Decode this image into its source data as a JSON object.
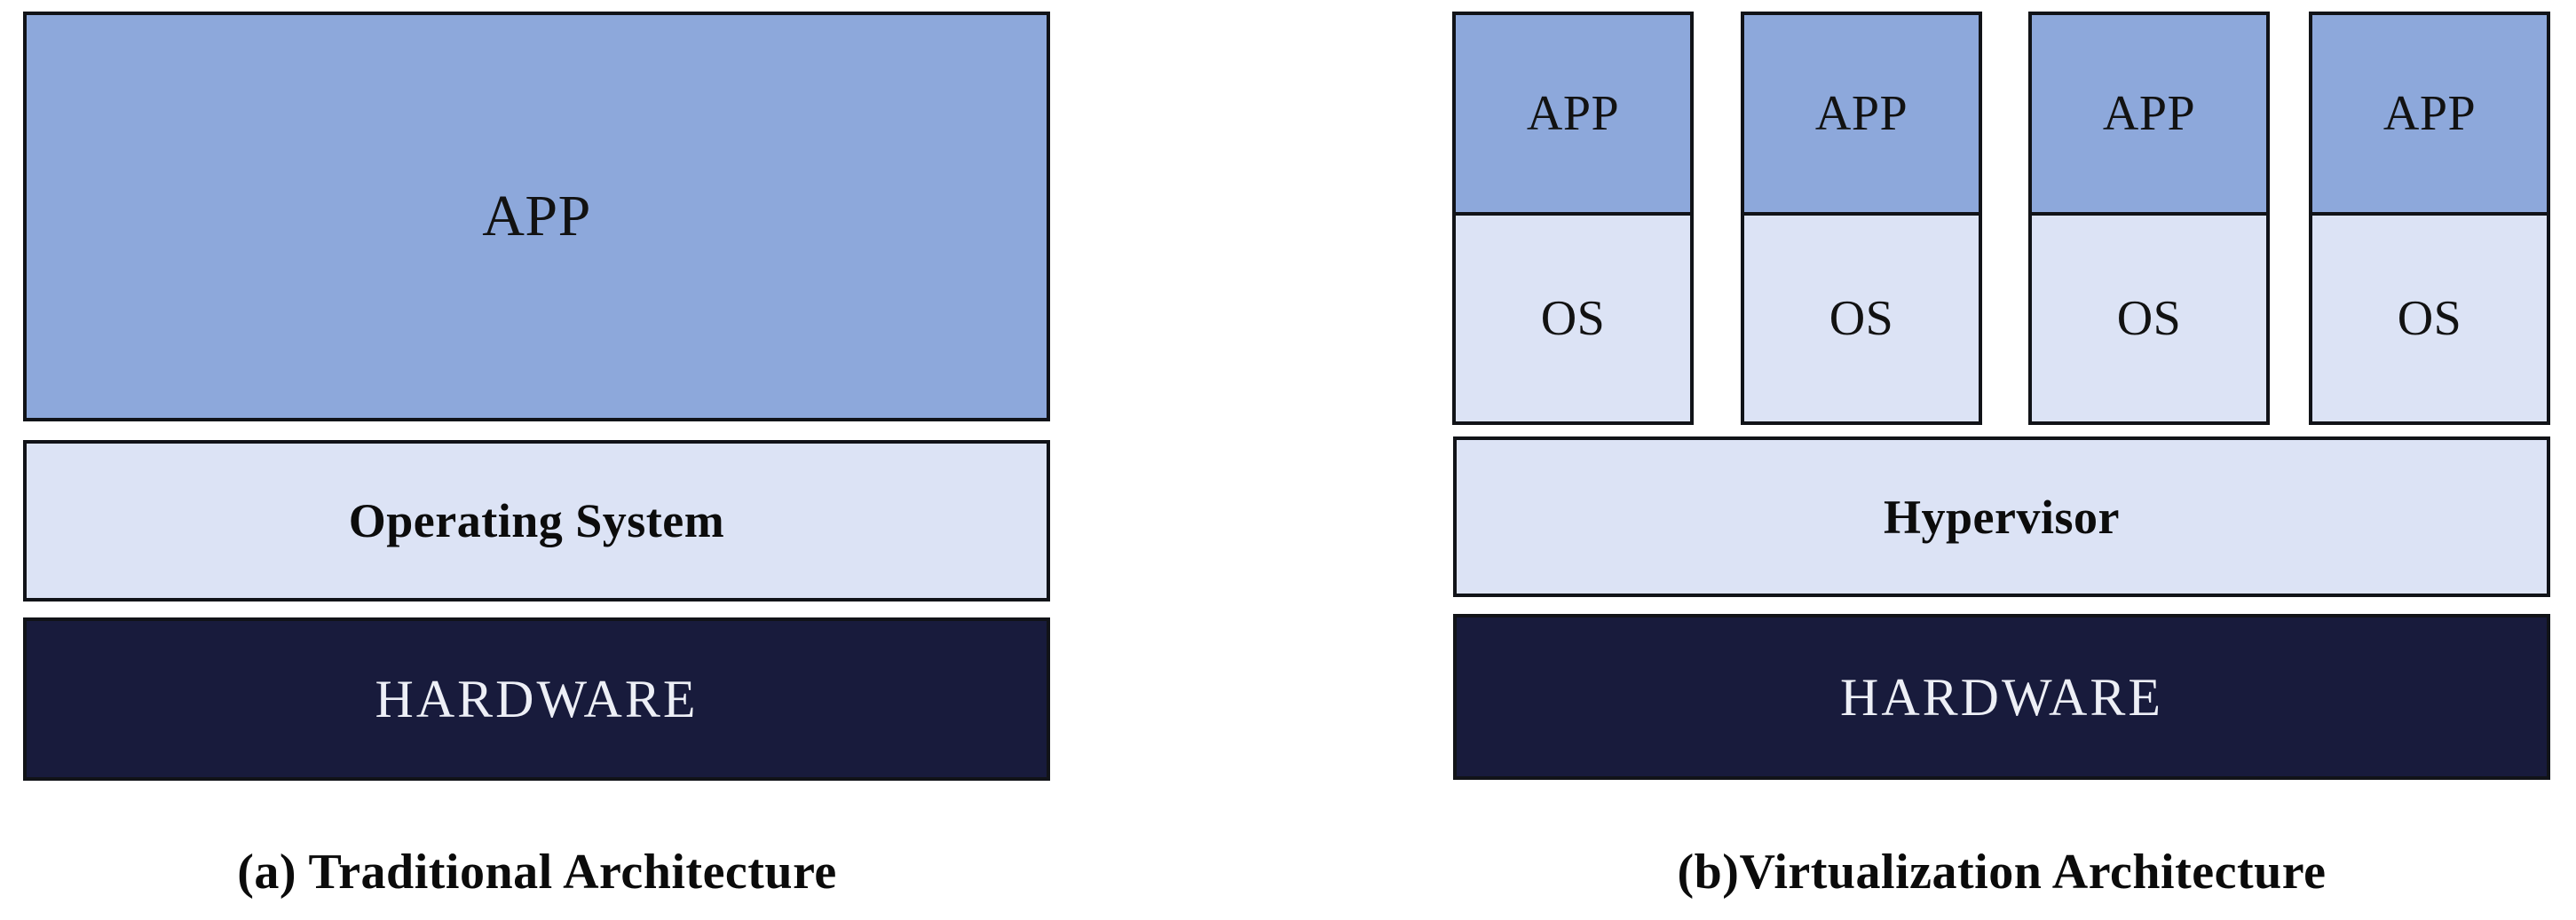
{
  "figure": {
    "type": "architecture-comparison-diagram",
    "panels": [
      {
        "id": "traditional",
        "caption": "(a) Traditional  Architecture",
        "layers": [
          {
            "name": "app",
            "label": "APP",
            "fill": "#8DA8DB",
            "text_color": "#121212"
          },
          {
            "name": "os",
            "label": "Operating System",
            "fill": "#DCE3F5",
            "text_color": "#0C0C0C"
          },
          {
            "name": "hardware",
            "label": "HARDWARE",
            "fill": "#181B3C",
            "text_color": "#EDEFF6"
          }
        ]
      },
      {
        "id": "virtualization",
        "caption": "(b)Virtualization  Architecture",
        "vms": [
          {
            "app_label": "APP",
            "os_label": "OS"
          },
          {
            "app_label": "APP",
            "os_label": "OS"
          },
          {
            "app_label": "APP",
            "os_label": "OS"
          },
          {
            "app_label": "APP",
            "os_label": "OS"
          }
        ],
        "layers": [
          {
            "name": "hypervisor",
            "label": "Hypervisor",
            "fill": "#DCE3F5",
            "text_color": "#0C0C0C"
          },
          {
            "name": "hardware",
            "label": "HARDWARE",
            "fill": "#181B3C",
            "text_color": "#EDEFF6"
          }
        ]
      }
    ],
    "colors": {
      "app_blue": "#8DA8DB",
      "os_light_blue": "#DCE3F5",
      "hardware_navy": "#181B3C",
      "border": "#111318",
      "background": "#FFFFFF"
    }
  }
}
